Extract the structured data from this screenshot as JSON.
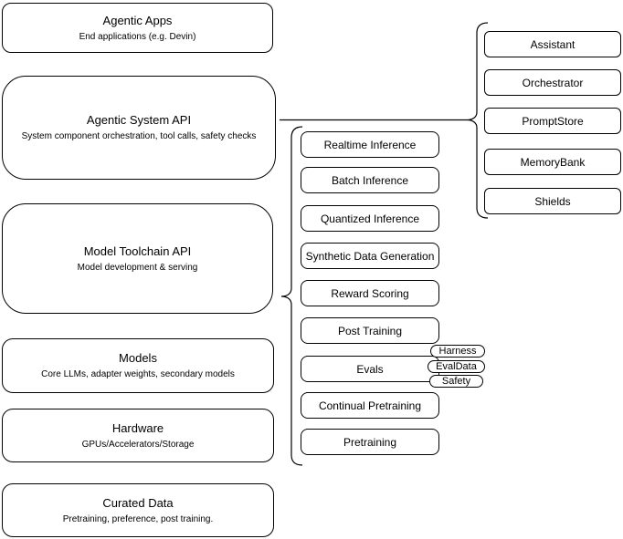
{
  "left_stack": {
    "boxes": [
      {
        "title": "Agentic Apps",
        "subtitle": "End applications (e.g. Devin)"
      },
      {
        "title": "Agentic System API",
        "subtitle": "System component orchestration, tool calls, safety checks"
      },
      {
        "title": "Model Toolchain API",
        "subtitle": "Model development & serving"
      },
      {
        "title": "Models",
        "subtitle": "Core LLMs, adapter weights, secondary models"
      },
      {
        "title": "Hardware",
        "subtitle": "GPUs/Accelerators/Storage"
      },
      {
        "title": "Curated Data",
        "subtitle": "Pretraining, preference, post training."
      }
    ]
  },
  "toolchain": {
    "items": [
      "Realtime Inference",
      "Batch Inference",
      "Quantized Inference",
      "Synthetic Data Generation",
      "Reward Scoring",
      "Post Training",
      "Evals",
      "Continual Pretraining",
      "Pretraining"
    ]
  },
  "evals_tags": [
    "Harness",
    "EvalData",
    "Safety"
  ],
  "system_components": [
    "Assistant",
    "Orchestrator",
    "PromptStore",
    "MemoryBank",
    "Shields"
  ],
  "colors": {
    "stroke": "#000000",
    "background": "#ffffff",
    "text": "#000000"
  }
}
